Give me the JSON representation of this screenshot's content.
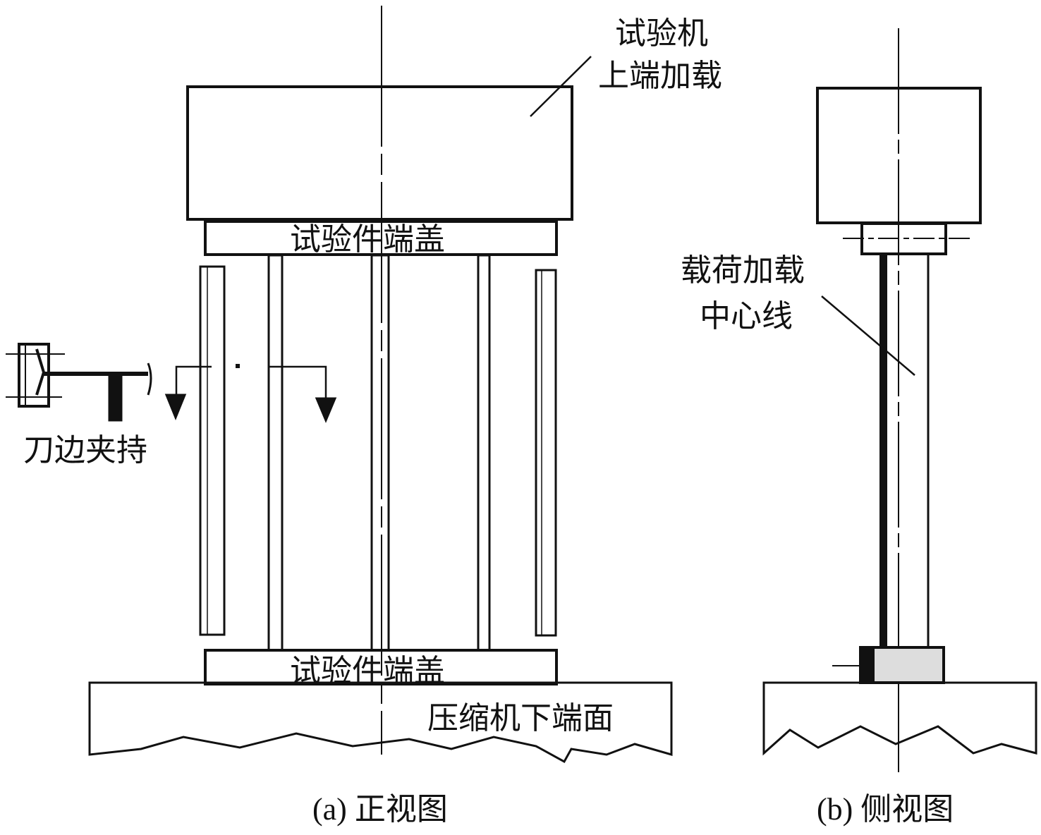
{
  "front_view": {
    "label_testing_machine": [
      "试验机",
      "上端加载"
    ],
    "label_top_end_cap": "试验件端盖",
    "label_bottom_end_cap": "试验件端盖",
    "label_knife_edge": "刀边夹持",
    "label_base": "压缩机下端面",
    "caption": "(a) 正视图"
  },
  "side_view": {
    "label_load_line": [
      "载荷加载",
      "中心线"
    ],
    "caption": "(b) 侧视图"
  },
  "colors": {
    "line": "#111111",
    "background": "#ffffff"
  }
}
